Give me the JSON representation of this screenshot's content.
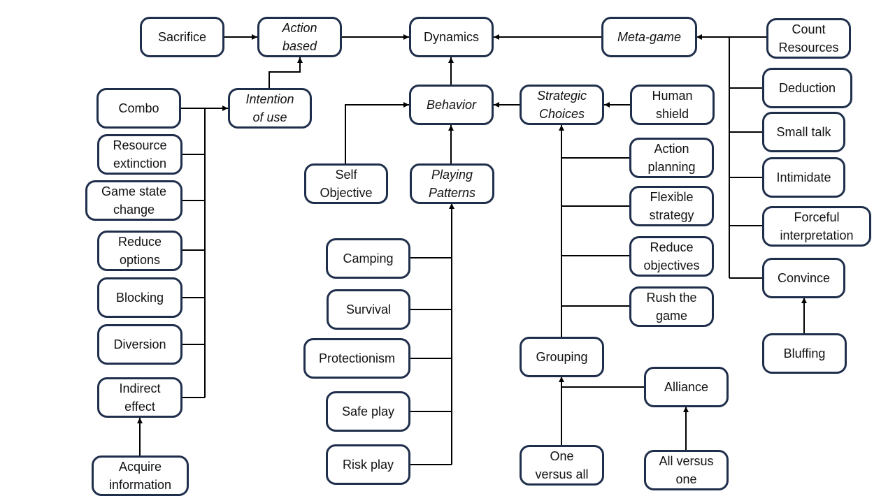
{
  "colors": {
    "node_border": "#1f2f4b",
    "edge": "#000000",
    "background": "#ffffff"
  },
  "nodes": {
    "sacrifice": {
      "label": "Sacrifice",
      "italic": false
    },
    "action_based": {
      "label": "Action\nbased",
      "italic": true
    },
    "dynamics": {
      "label": "Dynamics",
      "italic": false
    },
    "meta_game": {
      "label": "Meta-game",
      "italic": true
    },
    "count_resources": {
      "label": "Count\nResources",
      "italic": false
    },
    "combo": {
      "label": "Combo",
      "italic": false
    },
    "intention_of_use": {
      "label": "Intention\nof use",
      "italic": true
    },
    "behavior": {
      "label": "Behavior",
      "italic": true
    },
    "strategic_choices": {
      "label": "Strategic\nChoices",
      "italic": true
    },
    "human_shield": {
      "label": "Human\nshield",
      "italic": false
    },
    "deduction": {
      "label": "Deduction",
      "italic": false
    },
    "resource_extinction": {
      "label": "Resource\nextinction",
      "italic": false
    },
    "small_talk": {
      "label": "Small talk",
      "italic": false
    },
    "action_planning": {
      "label": "Action\nplanning",
      "italic": false
    },
    "self_objective": {
      "label": "Self\nObjective",
      "italic": false
    },
    "playing_patterns": {
      "label": "Playing\nPatterns",
      "italic": true
    },
    "game_state_change": {
      "label": "Game state\nchange",
      "italic": false
    },
    "intimidate": {
      "label": "Intimidate",
      "italic": false
    },
    "flexible_strategy": {
      "label": "Flexible\nstrategy",
      "italic": false
    },
    "forceful_interpretation": {
      "label": "Forceful\ninterpretation",
      "italic": false
    },
    "reduce_options": {
      "label": "Reduce\noptions",
      "italic": false
    },
    "camping": {
      "label": "Camping",
      "italic": false
    },
    "reduce_objectives": {
      "label": "Reduce\nobjectives",
      "italic": false
    },
    "convince": {
      "label": "Convince",
      "italic": false
    },
    "blocking": {
      "label": "Blocking",
      "italic": false
    },
    "survival": {
      "label": "Survival",
      "italic": false
    },
    "rush_the_game": {
      "label": "Rush the\ngame",
      "italic": false
    },
    "diversion": {
      "label": "Diversion",
      "italic": false
    },
    "grouping": {
      "label": "Grouping",
      "italic": false
    },
    "protectionism": {
      "label": "Protectionism",
      "italic": false
    },
    "bluffing": {
      "label": "Bluffing",
      "italic": false
    },
    "alliance": {
      "label": "Alliance",
      "italic": false
    },
    "indirect_effect": {
      "label": "Indirect\neffect",
      "italic": false
    },
    "safe_play": {
      "label": "Safe play",
      "italic": false
    },
    "risk_play": {
      "label": "Risk play",
      "italic": false
    },
    "one_versus_all": {
      "label": "One\nversus all",
      "italic": false
    },
    "all_versus_one": {
      "label": "All versus\none",
      "italic": false
    },
    "acquire_information": {
      "label": "Acquire\ninformation",
      "italic": false
    }
  }
}
